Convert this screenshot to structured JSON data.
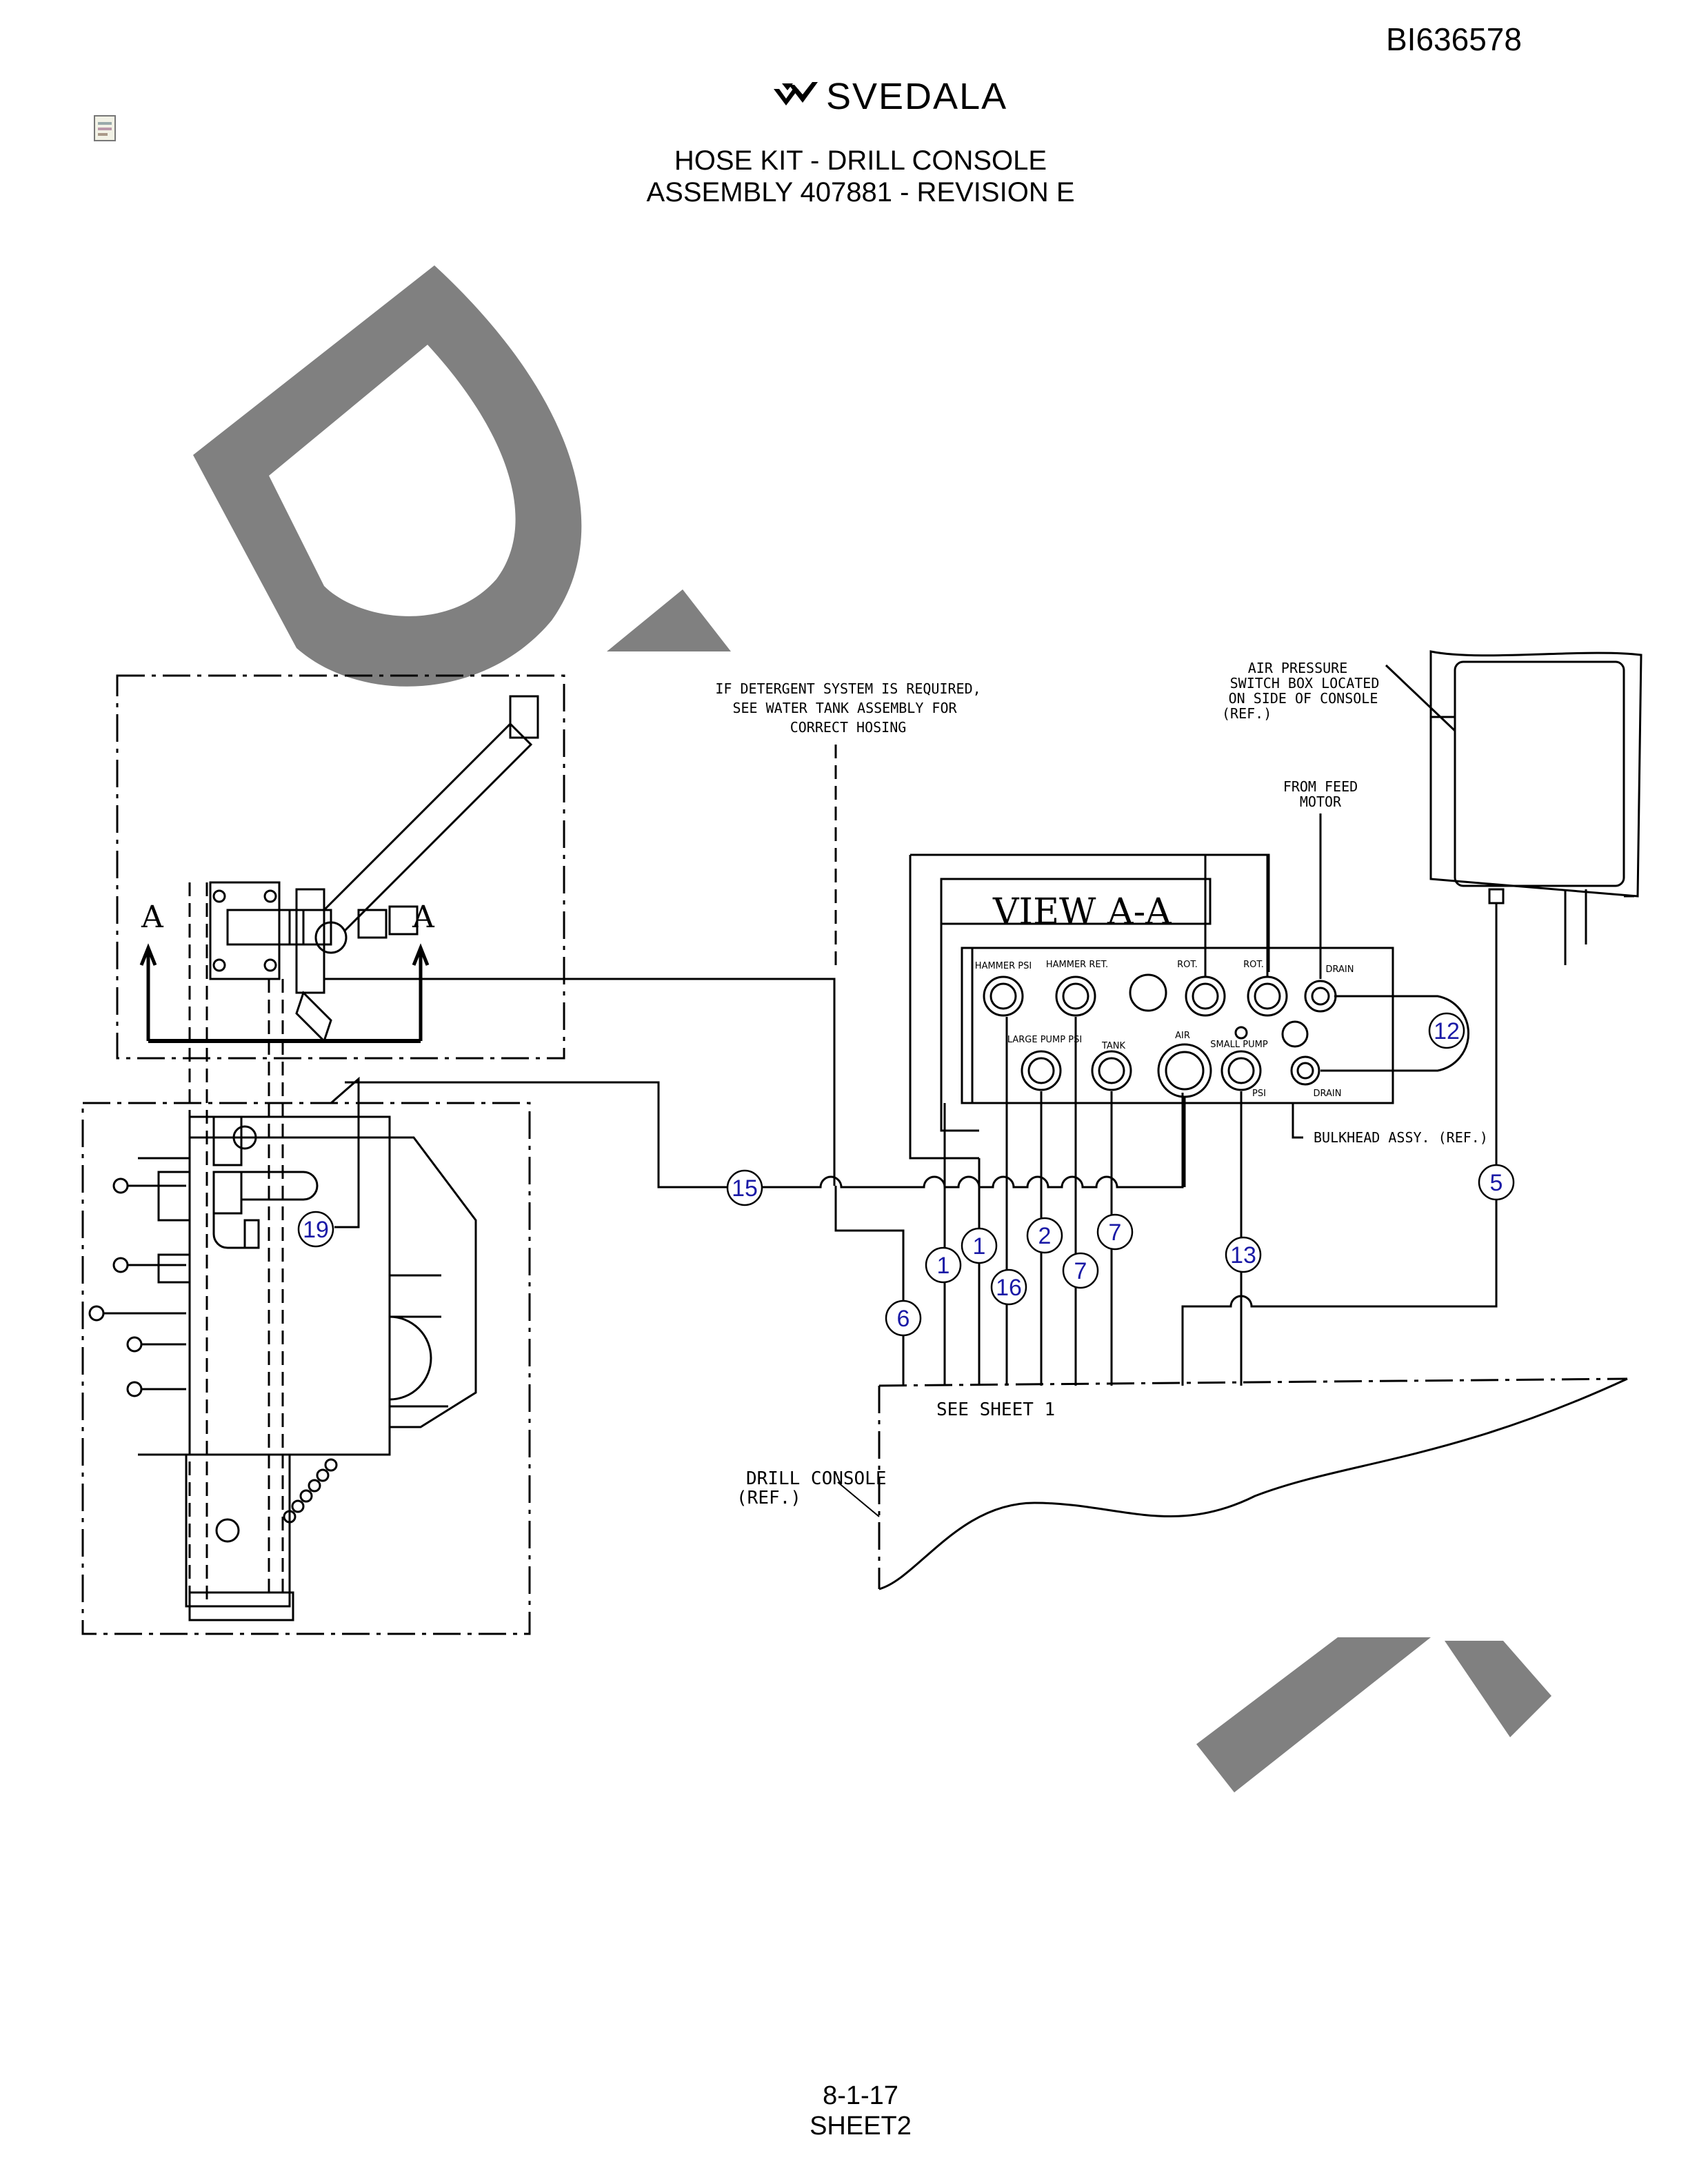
{
  "document_id": "BI636578",
  "brand": "SVEDALA",
  "title_line1": "HOSE KIT - DRILL CONSOLE",
  "title_line2": "ASSEMBLY 407881 - REVISION E",
  "watermark": "DRAFT",
  "notes": {
    "detergent_1": "IF DETERGENT SYSTEM IS REQUIRED,",
    "detergent_2": "SEE WATER TANK ASSEMBLY FOR",
    "detergent_3": "CORRECT HOSING",
    "air_switch_1": "AIR PRESSURE",
    "air_switch_2": "SWITCH BOX LOCATED",
    "air_switch_3": "ON SIDE OF CONSOLE",
    "air_switch_4": "(REF.)",
    "feed_1": "FROM FEED",
    "feed_2": "MOTOR",
    "bulkhead": "BULKHEAD ASSY. (REF.)",
    "see_sheet": "SEE SHEET 1",
    "drill_console_1": "DRILL CONSOLE",
    "drill_console_2": "(REF.)",
    "section_left": "A",
    "section_right": "A"
  },
  "view_label": "VIEW A-A",
  "port_labels": {
    "hammer_psi": "HAMMER PSI",
    "hammer_ret": "HAMMER RET.",
    "rot1": "ROT.",
    "rot2": "ROT.",
    "drain_top": "DRAIN",
    "large_pump": "LARGE PUMP PSI",
    "tank": "TANK",
    "air": "AIR",
    "small_pump": "SMALL PUMP",
    "psi": "PSI",
    "drain_bottom": "DRAIN"
  },
  "callouts": [
    "15",
    "19",
    "6",
    "1",
    "1",
    "16",
    "2",
    "7",
    "7",
    "13",
    "12",
    "5"
  ],
  "footer_page": "8-1-17",
  "footer_sheet": "SHEET2",
  "colors": {
    "callout": "#1a1aa6",
    "watermark": "#808080",
    "line": "#000000"
  }
}
